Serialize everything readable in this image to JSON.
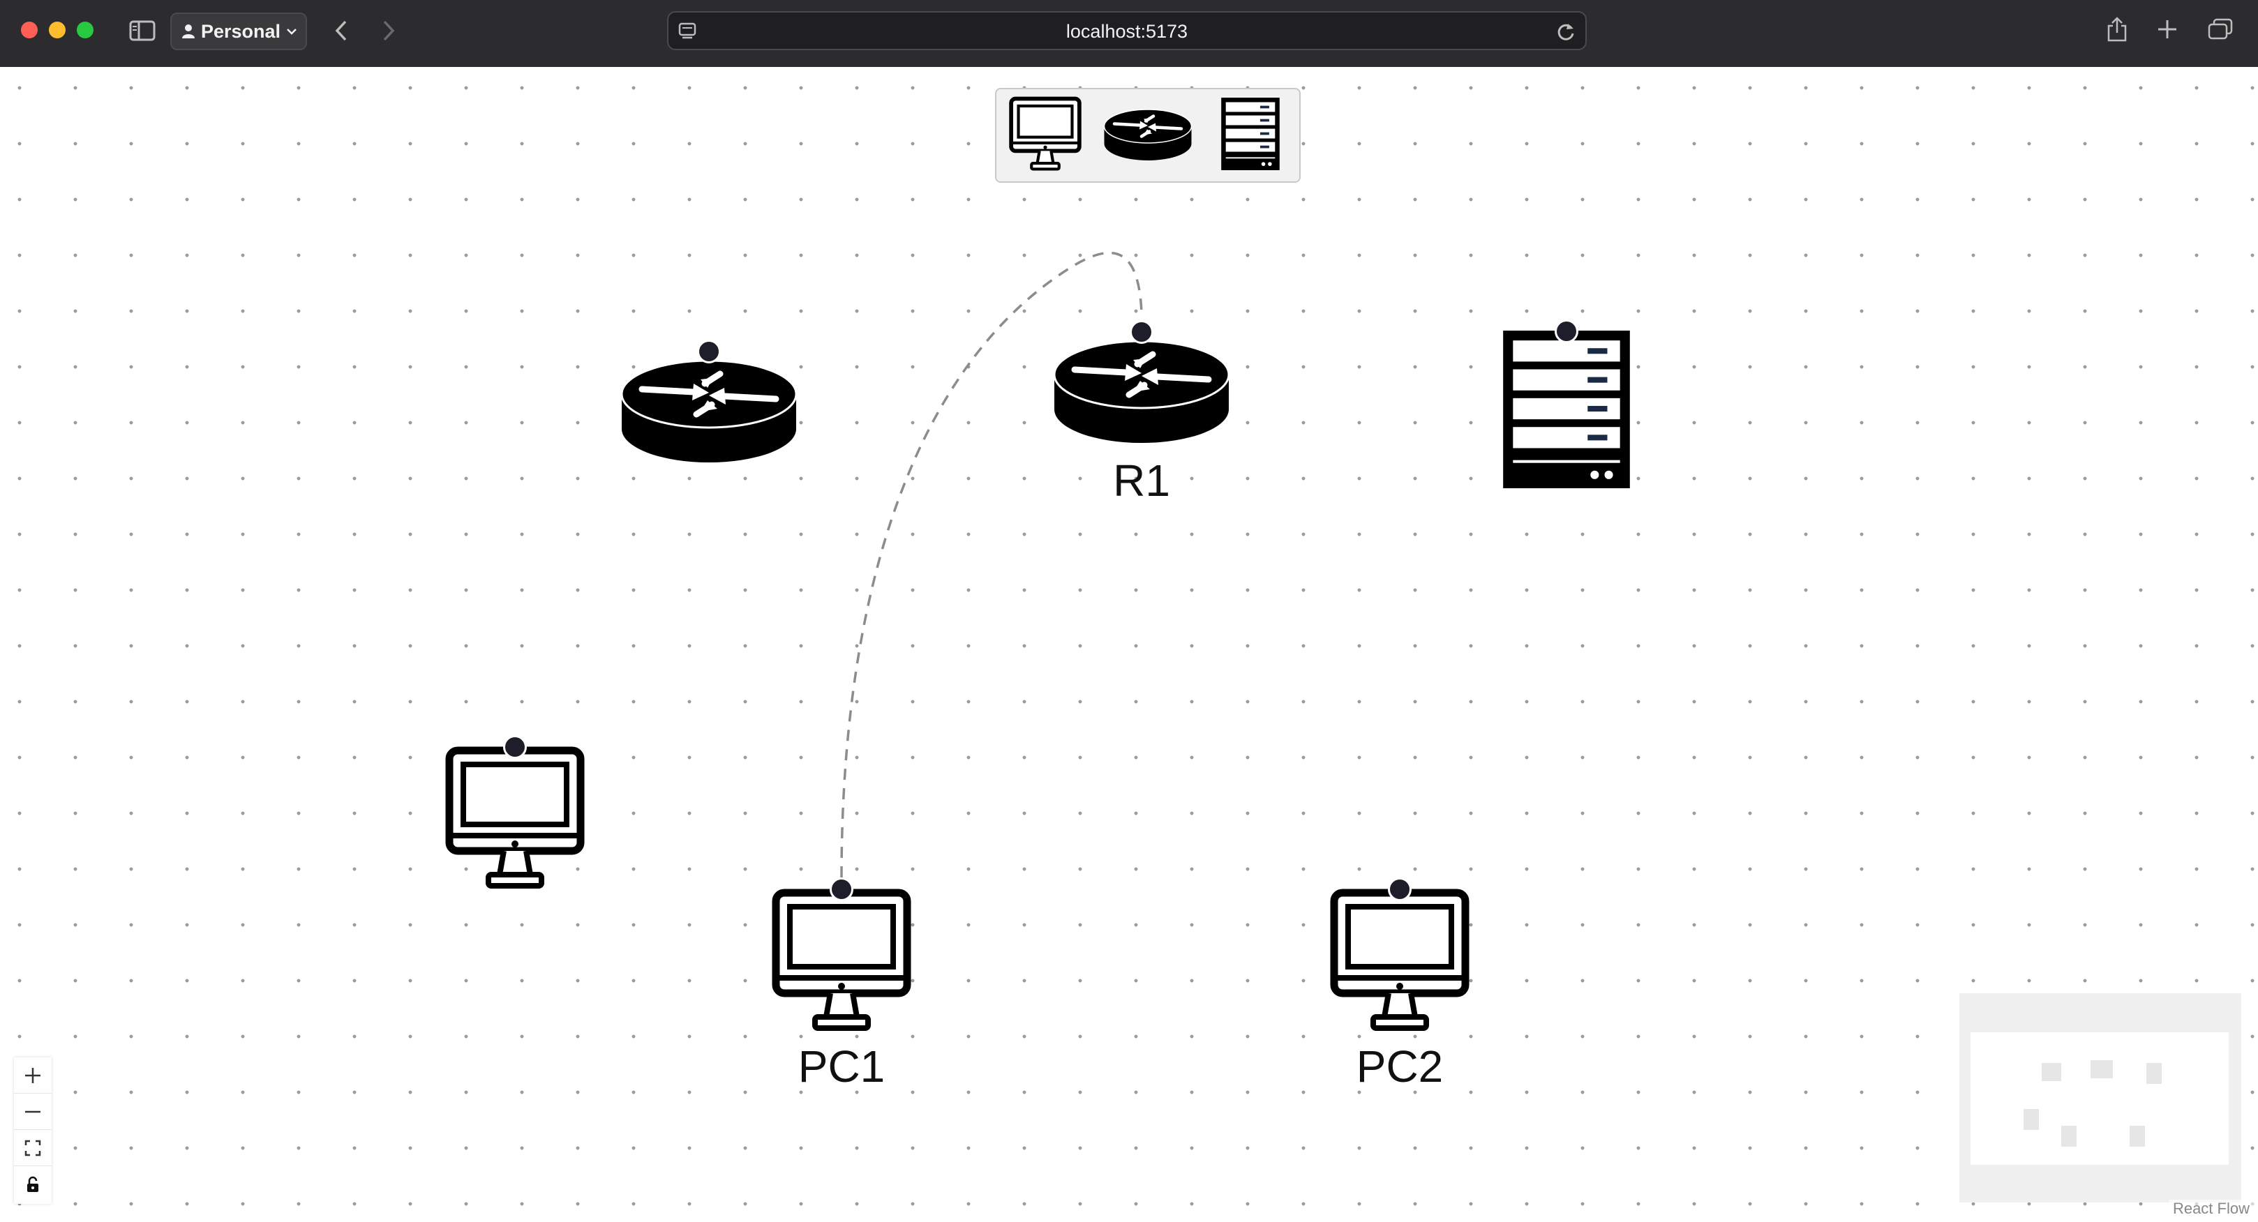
{
  "browser": {
    "profile_label": "Personal",
    "url": "localhost:5173"
  },
  "palette": {
    "items": [
      "pc-icon",
      "router-icon",
      "server-icon"
    ]
  },
  "nodes": [
    {
      "id": "router-unlabeled",
      "type": "router",
      "label": ""
    },
    {
      "id": "r1",
      "type": "router",
      "label": "R1"
    },
    {
      "id": "server-unlabeled",
      "type": "server",
      "label": ""
    },
    {
      "id": "pc-unlabeled",
      "type": "pc",
      "label": ""
    },
    {
      "id": "pc1",
      "type": "pc",
      "label": "PC1"
    },
    {
      "id": "pc2",
      "type": "pc",
      "label": "PC2"
    }
  ],
  "edges": [
    {
      "from": "pc1",
      "to": "r1",
      "style": "dashed"
    }
  ],
  "controls": {
    "zoom_in": "+",
    "zoom_out": "−"
  },
  "attribution": "React Flow"
}
